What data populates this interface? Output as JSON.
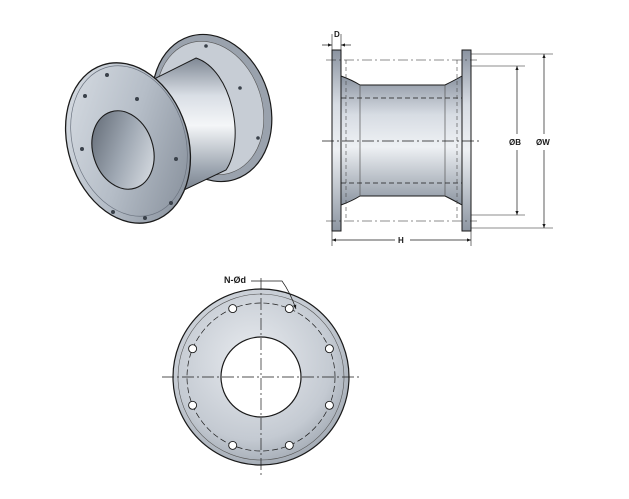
{
  "side_view": {
    "dimensions": {
      "flange_thickness": "D",
      "overall_length": "H",
      "body_diameter": "ØB",
      "flange_diameter": "ØW"
    }
  },
  "front_view": {
    "bolt_hole_label": "N-Ød",
    "bolt_hole_count": 8
  },
  "colors": {
    "line": "#1a1a1a",
    "steel_light": "#e9edf2",
    "steel_mid": "#aeb6c0",
    "steel_dark": "#6d7682",
    "bore": "#ffffff"
  }
}
